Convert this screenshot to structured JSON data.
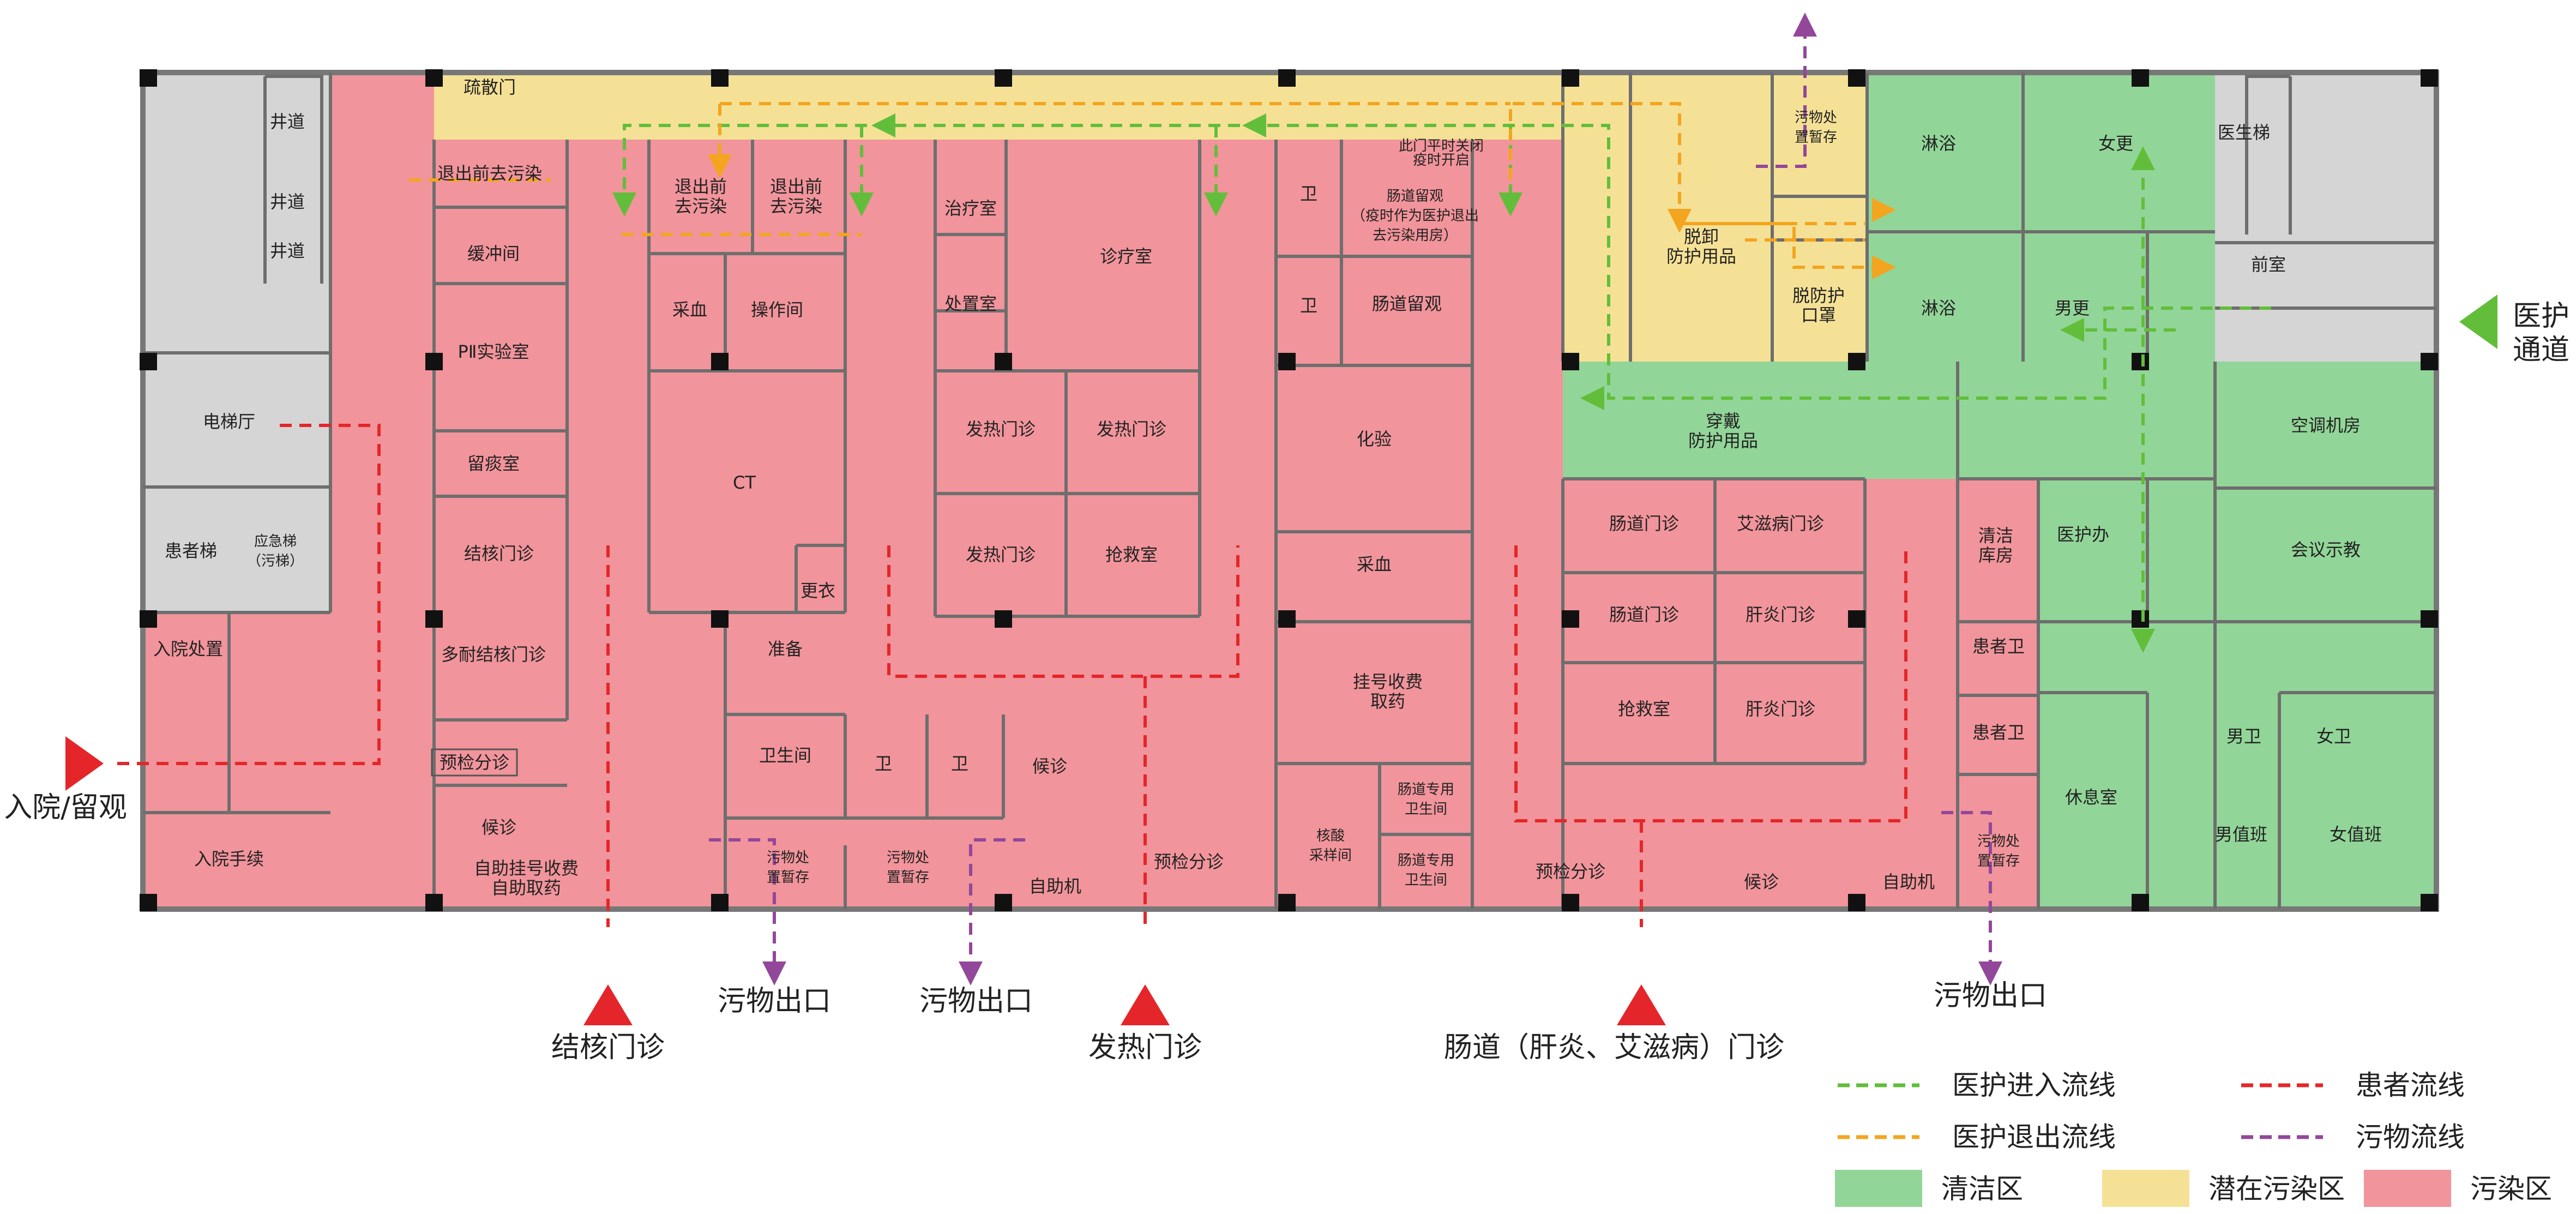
{
  "zones": {
    "clean": {
      "label": "清洁区",
      "color": "#92D598"
    },
    "potential": {
      "label": "潜在污染区",
      "color": "#F5E196"
    },
    "contaminated": {
      "label": "污染区",
      "color": "#F1949B"
    }
  },
  "flows": {
    "staff_in": {
      "label": "医护进入流线",
      "color": "#62BE3A"
    },
    "staff_out": {
      "label": "医护退出流线",
      "color": "#F3A51F"
    },
    "patient": {
      "label": "患者流线",
      "color": "#E4262A"
    },
    "waste": {
      "label": "污物流线",
      "color": "#93479A"
    }
  },
  "entrances": {
    "admission": "入院/留观",
    "staff": "医护\n通道",
    "tb": "结核门诊",
    "fever": "发热门诊",
    "intestinal": "肠道（肝炎、艾滋病）门诊",
    "waste1": "污物出口",
    "waste2": "污物出口",
    "waste3": "污物出口"
  },
  "rooms": {
    "shaft1": "井道",
    "shaft2": "井道",
    "shaft3": "井道",
    "elevator_hall": "电梯厅",
    "patient_elevator": "患者梯",
    "emergency_elevator": "应急梯\n（污梯）",
    "admission_treatment": "入院处置",
    "admission_procedure": "入院手续",
    "evac_door": "疏散门",
    "decon_before_exit1": "退出前去污染",
    "decon_before_exit2": "退出前\n去污染",
    "decon_before_exit3": "退出前\n去污染",
    "buffer": "缓冲间",
    "p2_lab": "PⅡ实验室",
    "sputum": "留痰室",
    "tb_clinic": "结核门诊",
    "mdr_tb_clinic": "多耐结核门诊",
    "precheck1": "预检分诊",
    "waiting1": "候诊",
    "self_reg1": "自助挂号收费\n自助取药",
    "blood1": "采血",
    "operation": "操作间",
    "ct": "CT",
    "changing": "更衣",
    "prep": "准备",
    "bathroom": "卫生间",
    "wc_a": "卫",
    "wc_b": "卫",
    "waste_store1": "污物处\n置暂存",
    "waste_store2": "污物处\n置暂存",
    "treatment": "治疗室",
    "disposal": "处置室",
    "diagnosis": "诊疗室",
    "fever1": "发热门诊",
    "fever2": "发热门诊",
    "fever3": "发热门诊",
    "rescue1": "抢救室",
    "waiting2": "候诊",
    "self_machine1": "自助机",
    "precheck2": "预检分诊",
    "wc_c": "卫",
    "wc_d": "卫",
    "int_obs1": "肠道留观\n（疫时作为医护退出\n去污染用房）",
    "int_obs2": "肠道留观",
    "lab_test": "化验",
    "blood2": "采血",
    "reg_pharmacy": "挂号收费\n取药",
    "nucleic": "核酸\n采样间",
    "int_toilet1": "肠道专用\n卫生间",
    "int_toilet2": "肠道专用\n卫生间",
    "waste_store3": "污物处\n置暂存",
    "remove_ppe": "脱卸\n防护用品",
    "remove_mask": "脱防护\n口罩",
    "don_ppe": "穿戴\n防护用品",
    "int_clinic1": "肠道门诊",
    "int_clinic2": "肠道门诊",
    "aids_clinic": "艾滋病门诊",
    "hep_clinic1": "肝炎门诊",
    "hep_clinic2": "肝炎门诊",
    "rescue2": "抢救室",
    "precheck3": "预检分诊",
    "waiting3": "候诊",
    "self_machine2": "自助机",
    "patient_wc1": "患者卫",
    "patient_wc2": "患者卫",
    "waste_store4": "污物处\n置暂存",
    "shower1": "淋浴",
    "shower2": "淋浴",
    "female_change": "女更",
    "male_change": "男更",
    "staff_elevator": "医生梯",
    "anteroom": "前室",
    "ac_room": "空调机房",
    "meeting": "会议示教",
    "clean_store": "清洁\n库房",
    "nurse_office": "医护办",
    "rest_room": "休息室",
    "male_wc": "男卫",
    "female_wc": "女卫",
    "male_duty": "男值班",
    "female_duty": "女值班"
  },
  "notes": {
    "signage": "此门平时关闭\n疫时开启"
  }
}
